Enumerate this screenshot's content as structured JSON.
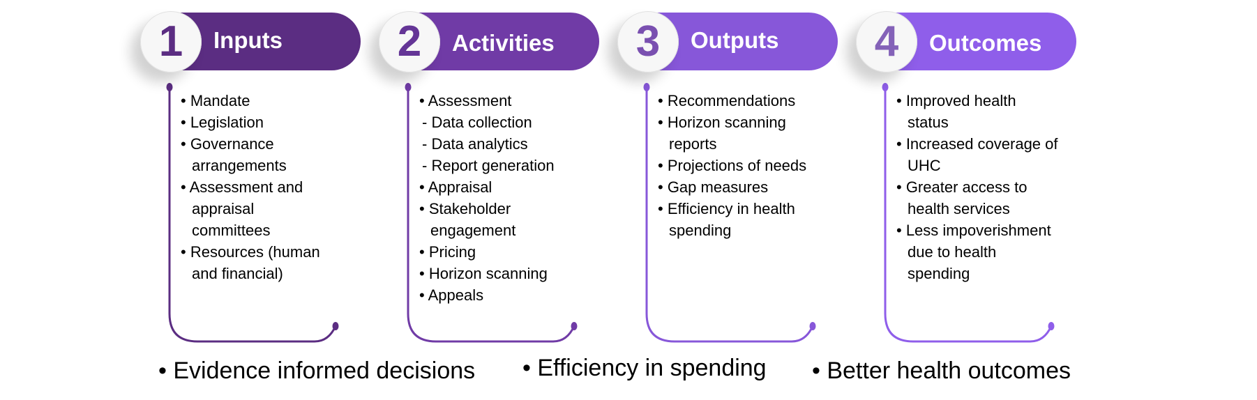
{
  "columns": [
    {
      "number": "1",
      "title": "Inputs",
      "color": "#5b2d82",
      "number_color": "#5b2d82",
      "items": [
        [
          "• Mandate"
        ],
        [
          "• Legislation"
        ],
        [
          "• Governance",
          "arrangements"
        ],
        [
          "• Assessment and",
          "appraisal",
          "committees"
        ],
        [
          "• Resources (human",
          "and financial)"
        ]
      ]
    },
    {
      "number": "2",
      "title": "Activities",
      "color": "#703ba6",
      "number_color": "#643596",
      "items": [
        [
          "• Assessment"
        ],
        [
          "- Data collection"
        ],
        [
          "- Data analytics"
        ],
        [
          "- Report generation"
        ],
        [
          "• Appraisal"
        ],
        [
          "• Stakeholder",
          "engagement"
        ],
        [
          "• Pricing"
        ],
        [
          "• Horizon scanning"
        ],
        [
          "• Appeals"
        ]
      ]
    },
    {
      "number": "3",
      "title": "Outputs",
      "color": "#8757d9",
      "number_color": "#7a50b0",
      "items": [
        [
          "• Recommendations"
        ],
        [
          "• Horizon scanning",
          "reports"
        ],
        [
          "• Projections of needs"
        ],
        [
          "• Gap measures"
        ],
        [
          "• Efficiency in health",
          "spending"
        ]
      ]
    },
    {
      "number": "4",
      "title": "Outcomes",
      "color": "#8f5eea",
      "number_color": "#8462b8",
      "items": [
        [
          "• Improved health",
          "status"
        ],
        [
          "• Increased coverage of",
          "UHC"
        ],
        [
          "• Greater access to",
          "health services"
        ],
        [
          "• Less impoverishment",
          "due to health",
          "spending"
        ]
      ]
    }
  ],
  "summary": [
    "• Evidence informed decisions",
    "• Efficiency in spending",
    "• Better health outcomes"
  ]
}
